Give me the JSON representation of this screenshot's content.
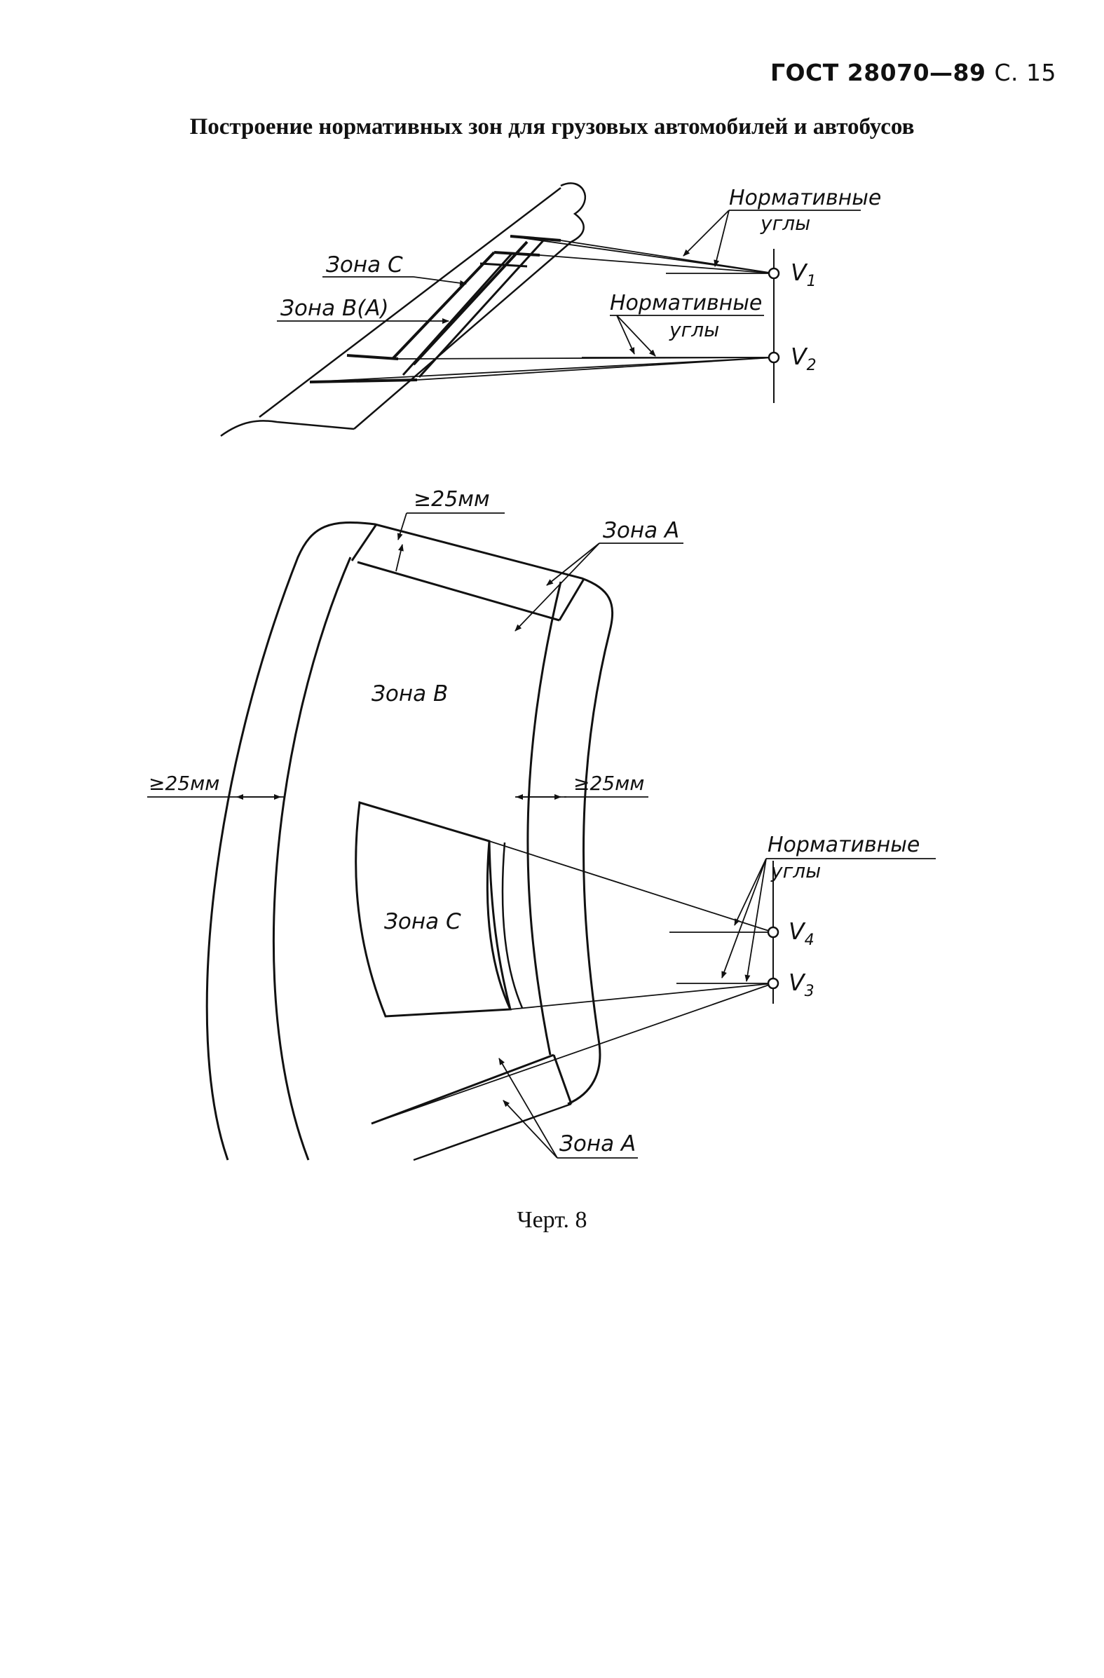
{
  "header": {
    "standard": "ГОСТ 28070—89",
    "page": "С. 15"
  },
  "title": "Построение нормативных зон для грузовых автомобилей и автобусов",
  "figure1": {
    "zone_c": "Зона С",
    "zone_ba": "Зона В(А)",
    "angles_word1": "Нормативные",
    "angles_word2": "углы",
    "v1": "V",
    "v1_sub": "1",
    "v2": "V",
    "v2_sub": "2"
  },
  "figure2": {
    "dim_top": "≥25мм",
    "dim_left": "≥25мм",
    "dim_right": "≥25мм",
    "zone_a_top": "Зона А",
    "zone_b": "Зона В",
    "zone_c": "Зона С",
    "zone_a_bottom": "Зона А",
    "angles_word1": "Нормативные",
    "angles_word2": "углы",
    "v4": "V",
    "v4_sub": "4",
    "v3": "V",
    "v3_sub": "3"
  },
  "caption": "Черт. 8"
}
